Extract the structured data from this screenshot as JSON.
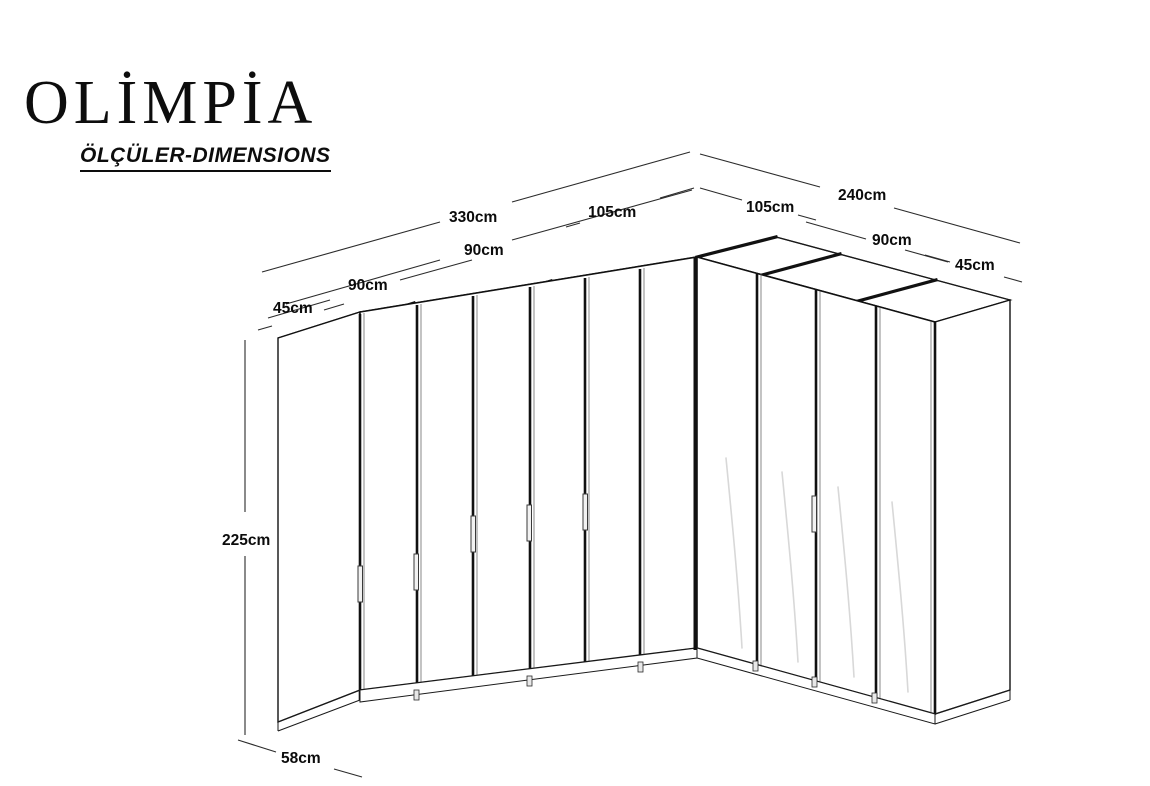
{
  "brand": {
    "title": "OLİMPİA",
    "subtitle": "ÖLÇÜLER-DIMENSIONS"
  },
  "colors": {
    "outline": "#111111",
    "thin_line": "#1a1a1a",
    "dimension_line": "#2b2b2b",
    "text": "#0b0b0b",
    "background": "#ffffff",
    "mirror_streak": "#d8d8d8"
  },
  "product": {
    "name": "OLİMPİA",
    "type": "corner-wardrobe",
    "drawing_kind": "isometric-dimension-drawing"
  },
  "dimensions": {
    "height": "225cm",
    "depth": "58cm",
    "left_wing_total": "330cm",
    "right_wing_total": "240cm",
    "left_wing_segments": [
      "105cm",
      "90cm",
      "90cm",
      "45cm"
    ],
    "right_wing_segments": [
      "105cm",
      "90cm",
      "45cm"
    ]
  },
  "labels": {
    "left_total": "330cm",
    "left_105": "105cm",
    "left_90_upper": "90cm",
    "left_90_lower": "90cm",
    "left_45": "45cm",
    "right_total": "240cm",
    "right_105": "105cm",
    "right_90": "90cm",
    "right_45": "45cm",
    "height": "225cm",
    "depth": "58cm"
  }
}
